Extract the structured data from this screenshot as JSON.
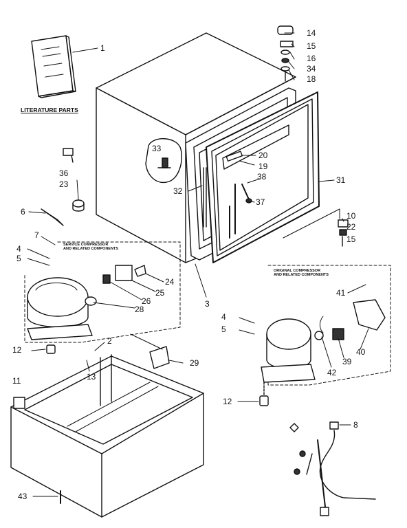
{
  "literature_label": "LITERATURE PARTS",
  "service_box": {
    "line1": "SERVICE COMPRESSOR",
    "line2": "AND RELATED COMPONENTS"
  },
  "original_box": {
    "line1": "ORIGINAL COMPRESSOR",
    "line2": "AND RELATED COMPONENTS"
  },
  "callouts": {
    "c1": "1",
    "c2": "2",
    "c3": "3",
    "c4a": "4",
    "c4b": "4",
    "c5a": "5",
    "c5b": "5",
    "c6": "6",
    "c7": "7",
    "c8": "8",
    "c10": "10",
    "c11": "11",
    "c12a": "12",
    "c12b": "12",
    "c13": "13",
    "c14": "14",
    "c15a": "15",
    "c15b": "15",
    "c16": "16",
    "c18": "18",
    "c19": "19",
    "c20": "20",
    "c22": "22",
    "c23": "23",
    "c24": "24",
    "c25": "25",
    "c26": "26",
    "c28": "28",
    "c29": "29",
    "c31": "31",
    "c32": "32",
    "c33": "33",
    "c34": "34",
    "c36": "36",
    "c37": "37",
    "c38": "38",
    "c39": "39",
    "c40": "40",
    "c41": "41",
    "c42": "42",
    "c43": "43"
  }
}
